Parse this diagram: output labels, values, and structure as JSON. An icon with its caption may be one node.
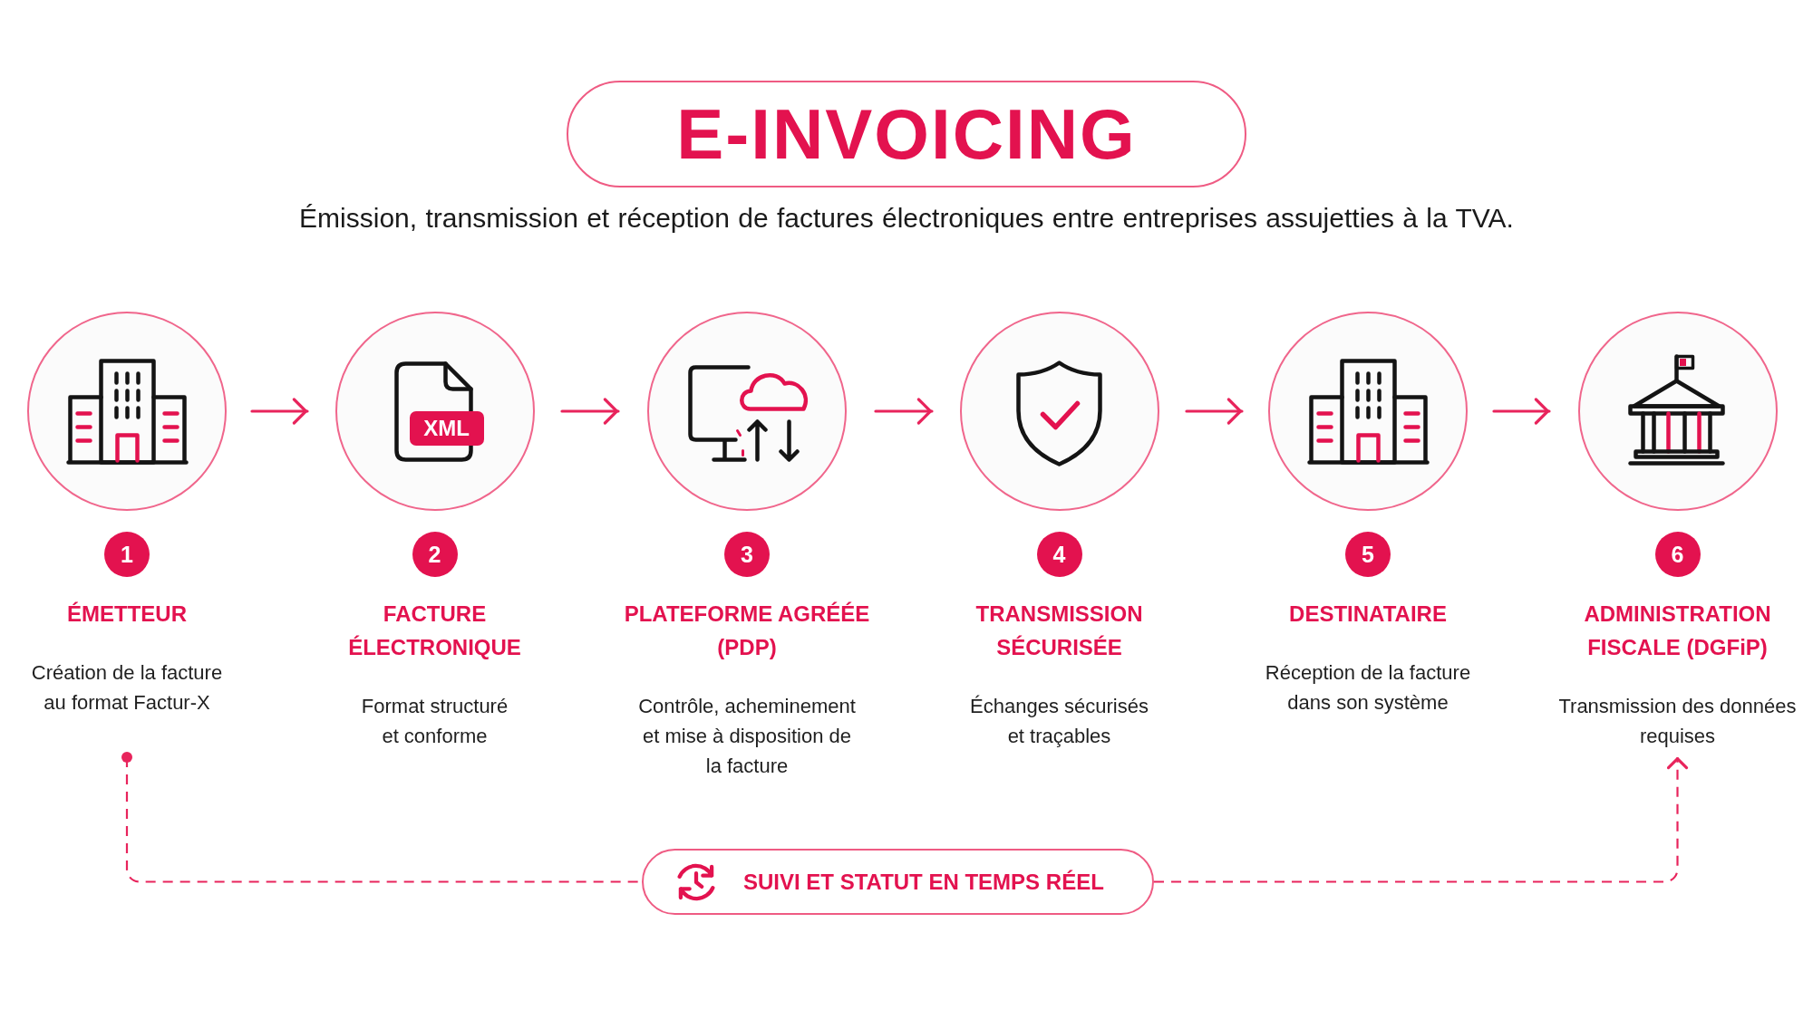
{
  "diagram": {
    "title": "E-INVOICING",
    "nodes": [
      {
        "text": [
          "1",
          "ÉMETTEUR",
          "Création de la facture au format Factur-X"
        ]
      },
      {
        "text": [
          "2",
          "FACTURE ÉLECTRONIQUE",
          "Format structuré et conforme"
        ]
      },
      {
        "text": [
          "3",
          "PLATEFORME AGRÉÉE (PDP)",
          "Contrôle, acheminement et mise à disposition de la facture"
        ]
      },
      {
        "text": [
          "4",
          "TRANSMISSION SÉCURISÉE",
          "Échanges sécurisés et traçables"
        ]
      },
      {
        "text": [
          "5",
          "DESTINATAIRE",
          "Réception de la facture dans son système"
        ]
      },
      {
        "text": [
          "6",
          "ADMINISTRATION FISCALE (DGFiP)",
          "Transmission des données requises"
        ]
      },
      {
        "text": [
          "SUIVI ET STATUT EN TEMPS RÉEL"
        ]
      }
    ],
    "edges": [
      {
        "from": 0,
        "to": 1,
        "arrow": "to"
      },
      {
        "from": 1,
        "to": 2,
        "arrow": "to"
      },
      {
        "from": 2,
        "to": 3,
        "arrow": "to"
      },
      {
        "from": 3,
        "to": 4,
        "arrow": "to"
      },
      {
        "from": 4,
        "to": 5,
        "arrow": "to"
      },
      {
        "from": 0,
        "to": 6,
        "arrow": "other",
        "style": "dashed"
      },
      {
        "from": 6,
        "to": 5,
        "arrow": "to",
        "style": "dashed"
      }
    ],
    "labels": [
      "Émission, transmission et réception de factures électroniques entre entreprises assujetties à la TVA.",
      "XML"
    ]
  }
}
